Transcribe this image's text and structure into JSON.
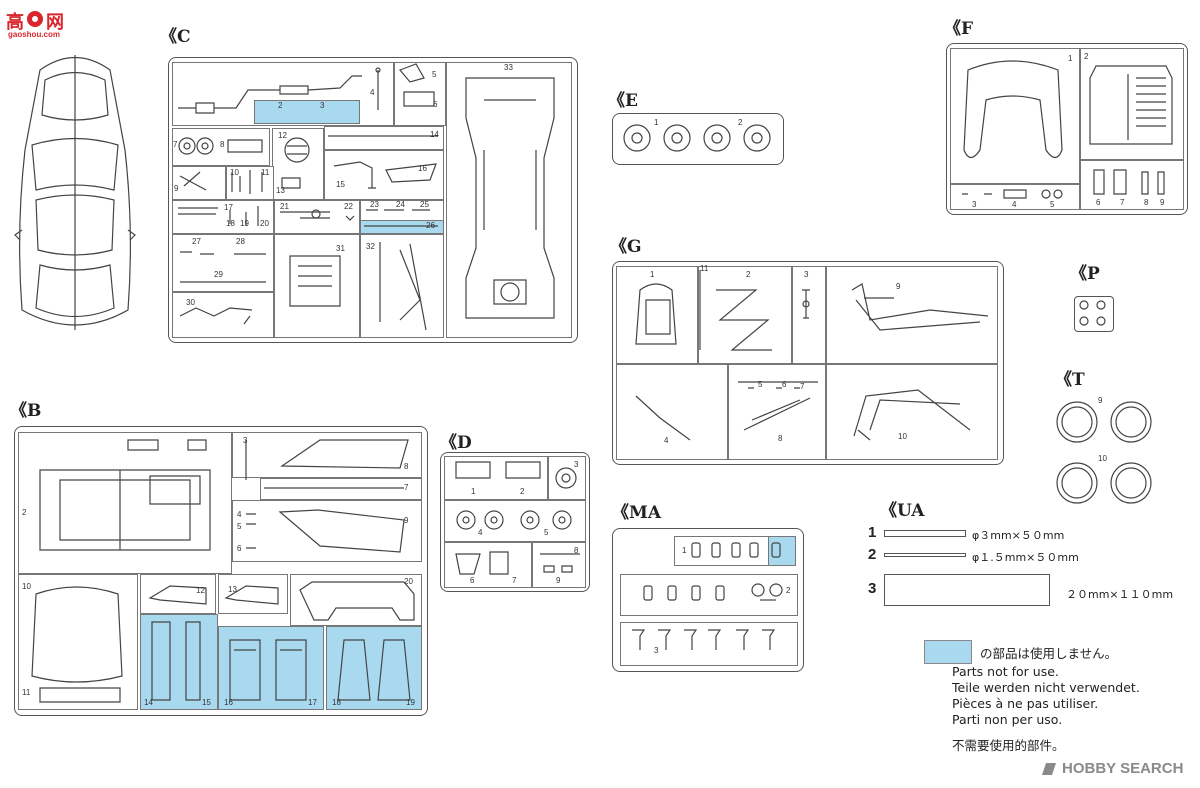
{
  "logo": {
    "site": "高",
    "site2": "网",
    "site_url": "gaoshou.com"
  },
  "sections": {
    "C": "《C",
    "E": "《E",
    "F": "《F",
    "G": "《G",
    "P": "《P",
    "T": "《T",
    "B": "《B",
    "D": "《D",
    "MA": "《MA",
    "UA": "《UA"
  },
  "parts": {
    "C": [
      "2",
      "3",
      "4",
      "5",
      "6",
      "7",
      "8",
      "9",
      "10",
      "11",
      "12",
      "13",
      "14",
      "15",
      "16",
      "17",
      "18",
      "19",
      "20",
      "21",
      "22",
      "23",
      "24",
      "25",
      "26",
      "27",
      "28",
      "29",
      "30",
      "31",
      "32",
      "33"
    ],
    "E": [
      "1",
      "2"
    ],
    "F": [
      "1",
      "2",
      "3",
      "4",
      "5",
      "6",
      "7",
      "8",
      "9"
    ],
    "G": [
      "1",
      "2",
      "3",
      "4",
      "5",
      "6",
      "7",
      "8",
      "9",
      "10",
      "11"
    ],
    "T": [
      "9",
      "10"
    ],
    "B": [
      "2",
      "3",
      "4",
      "5",
      "6",
      "7",
      "8",
      "9",
      "10",
      "11",
      "12",
      "13",
      "14",
      "15",
      "16",
      "17",
      "18",
      "19",
      "20"
    ],
    "D": [
      "1",
      "2",
      "3",
      "4",
      "5",
      "6",
      "7",
      "8",
      "9"
    ],
    "MA": [
      "1",
      "2",
      "3"
    ]
  },
  "ua": [
    {
      "num": "1",
      "spec": "φ３mm×５０mm"
    },
    {
      "num": "2",
      "spec": "φ１.５mm×５０mm"
    },
    {
      "num": "3",
      "spec": "２０mm×１１０mm"
    }
  ],
  "legend": {
    "ja": "の部品は使用しません。",
    "en": "Parts not for use.",
    "de": "Teile werden nicht verwendet.",
    "fr": "Pièces à ne pas utiliser.",
    "it": "Parti non per uso.",
    "zh": "不需要使用的部件。"
  },
  "watermark": {
    "brand": "HOBBY SEARCH"
  },
  "colors": {
    "unused": "#a9d9ef",
    "line": "#444444",
    "logo_red": "#d9262c",
    "watermark": "#8a8a8a"
  }
}
